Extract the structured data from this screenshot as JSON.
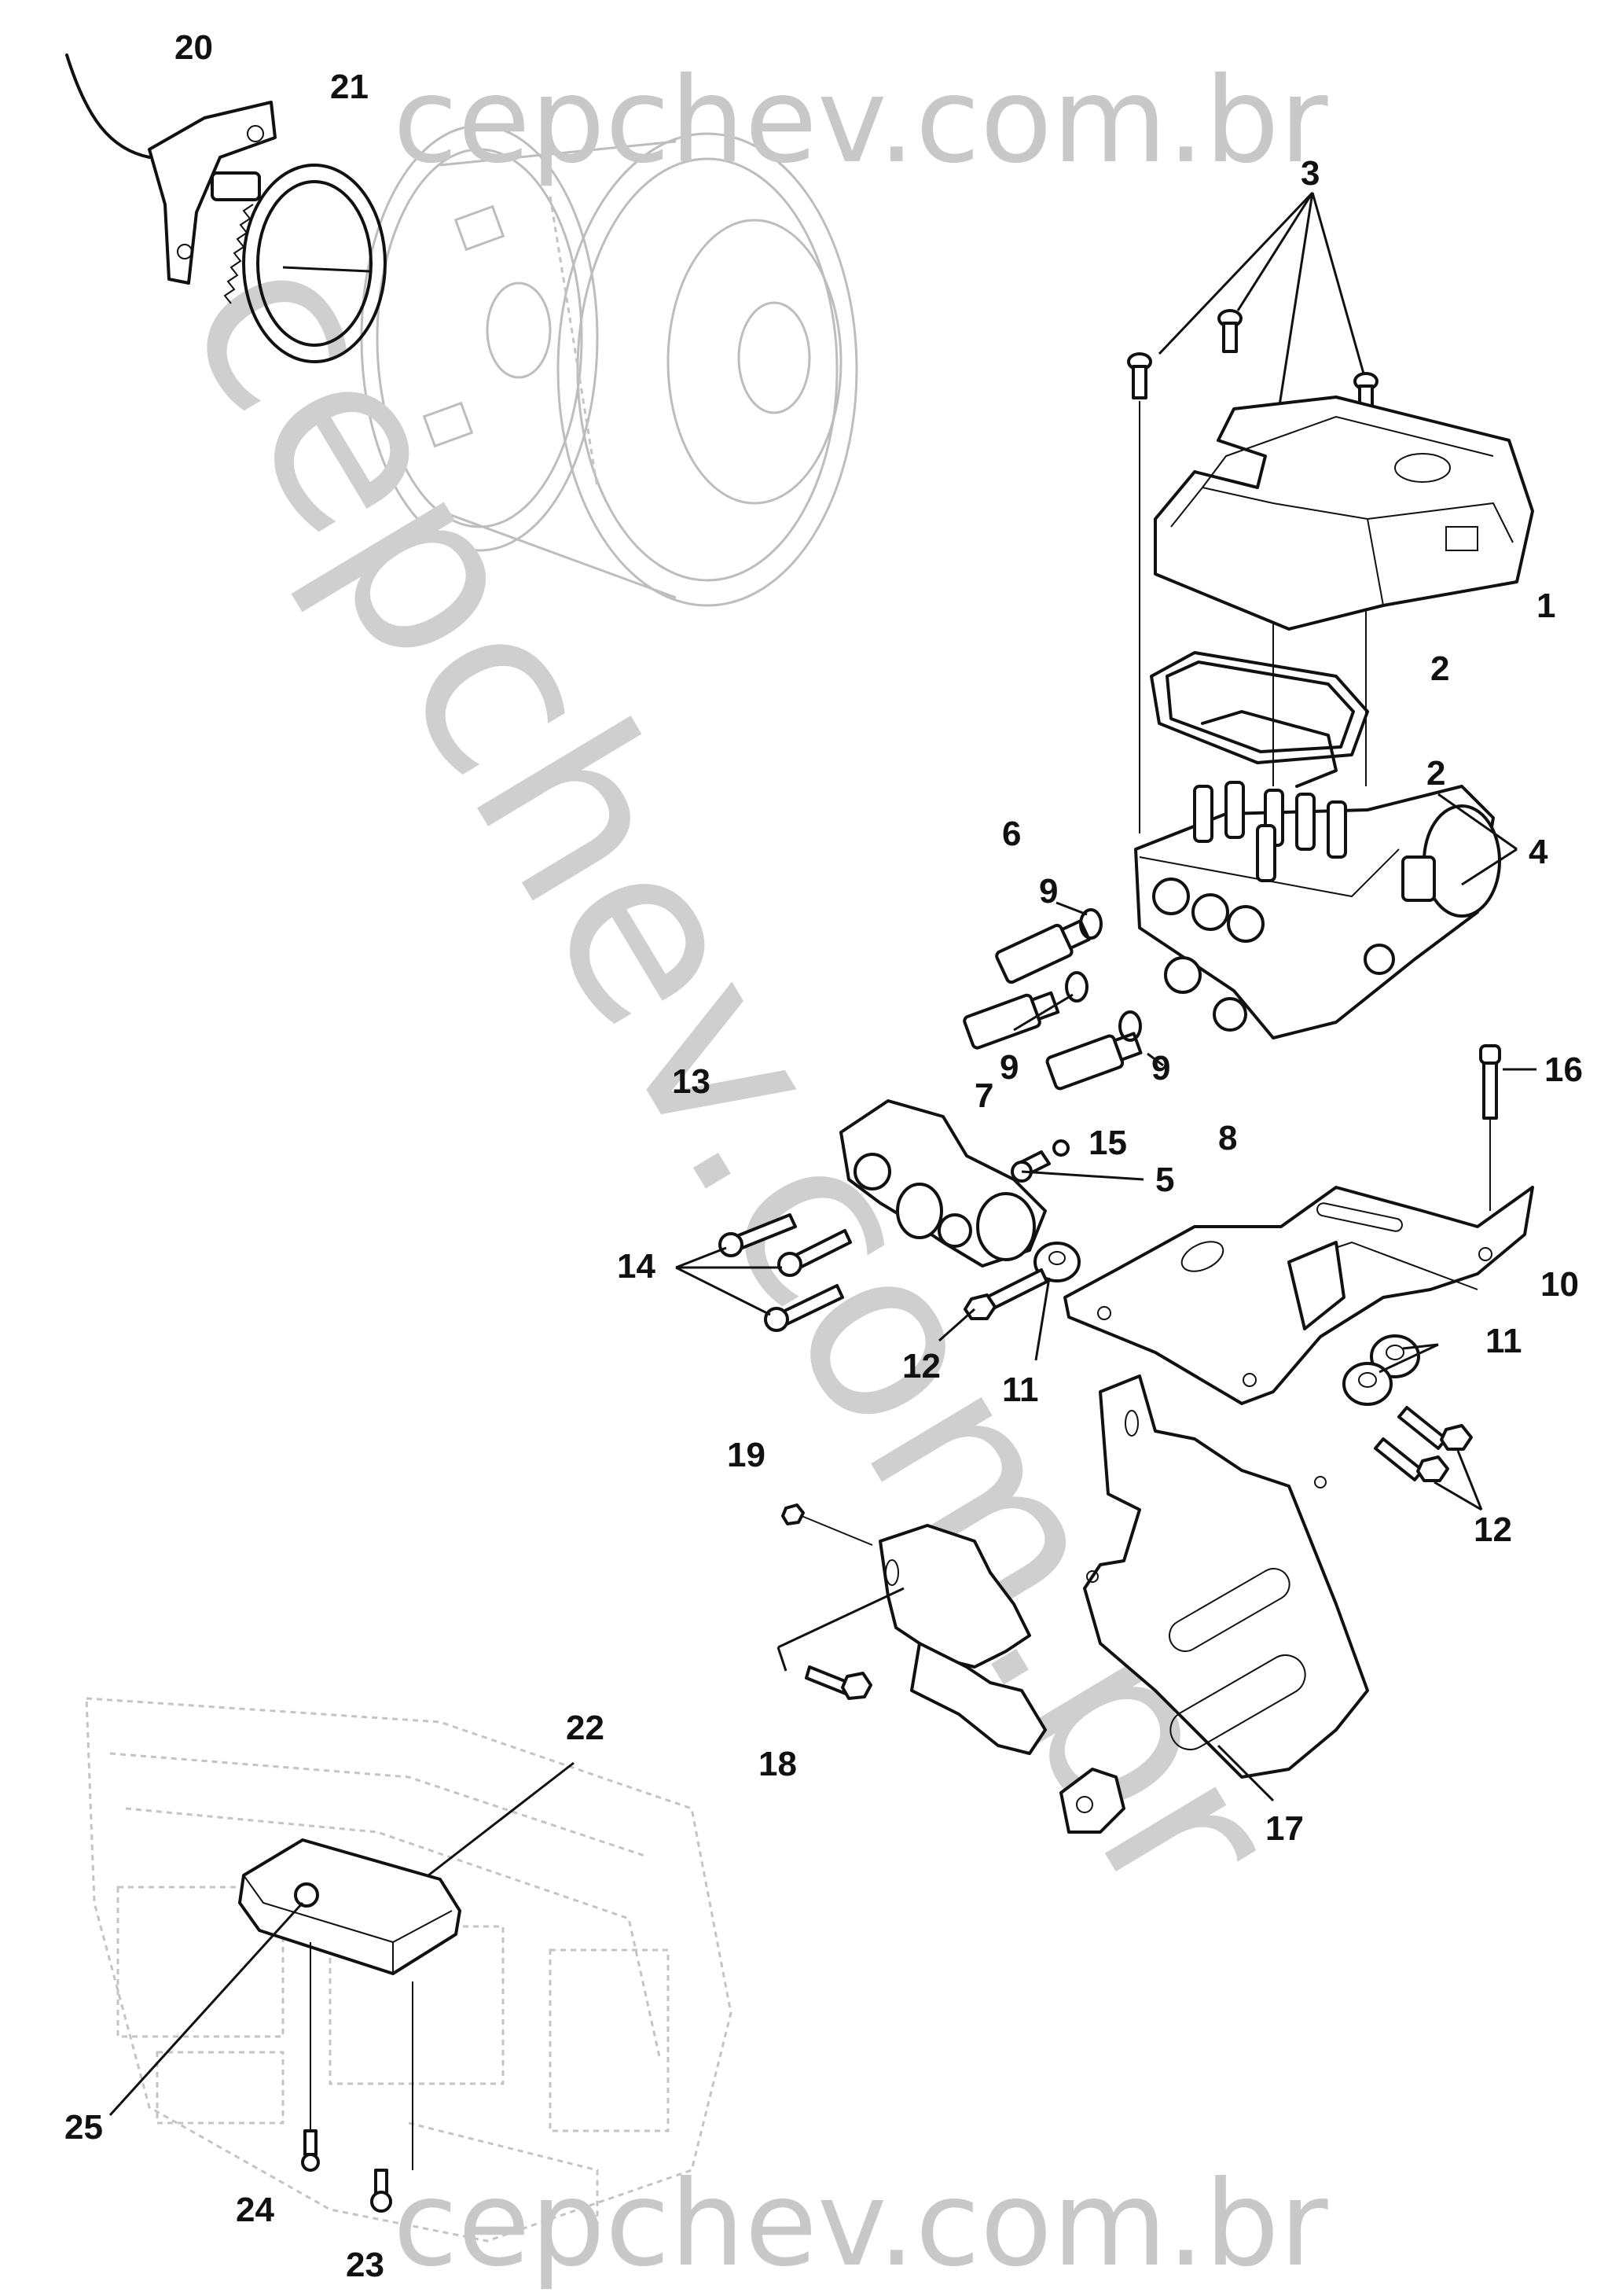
{
  "watermark": {
    "top": "cepchev.com.br",
    "bottom": "cepchev.com.br",
    "diagonal": "cepchev.com.br"
  },
  "callouts": [
    {
      "id": "c1",
      "text": "1"
    },
    {
      "id": "c2a",
      "text": "2"
    },
    {
      "id": "c2b",
      "text": "2"
    },
    {
      "id": "c3",
      "text": "3"
    },
    {
      "id": "c4",
      "text": "4"
    },
    {
      "id": "c5",
      "text": "5"
    },
    {
      "id": "c6",
      "text": "6"
    },
    {
      "id": "c7",
      "text": "7"
    },
    {
      "id": "c8",
      "text": "8"
    },
    {
      "id": "c9a",
      "text": "9"
    },
    {
      "id": "c9b",
      "text": "9"
    },
    {
      "id": "c9c",
      "text": "9"
    },
    {
      "id": "c10",
      "text": "10"
    },
    {
      "id": "c11a",
      "text": "11"
    },
    {
      "id": "c11b",
      "text": "11"
    },
    {
      "id": "c12a",
      "text": "12"
    },
    {
      "id": "c12b",
      "text": "12"
    },
    {
      "id": "c13",
      "text": "13"
    },
    {
      "id": "c14",
      "text": "14"
    },
    {
      "id": "c15",
      "text": "15"
    },
    {
      "id": "c16",
      "text": "16"
    },
    {
      "id": "c17",
      "text": "17"
    },
    {
      "id": "c18",
      "text": "18"
    },
    {
      "id": "c19",
      "text": "19"
    },
    {
      "id": "c20",
      "text": "20"
    },
    {
      "id": "c21",
      "text": "21"
    },
    {
      "id": "c22",
      "text": "22"
    },
    {
      "id": "c23",
      "text": "23"
    },
    {
      "id": "c24",
      "text": "24"
    },
    {
      "id": "c25",
      "text": "25"
    }
  ]
}
